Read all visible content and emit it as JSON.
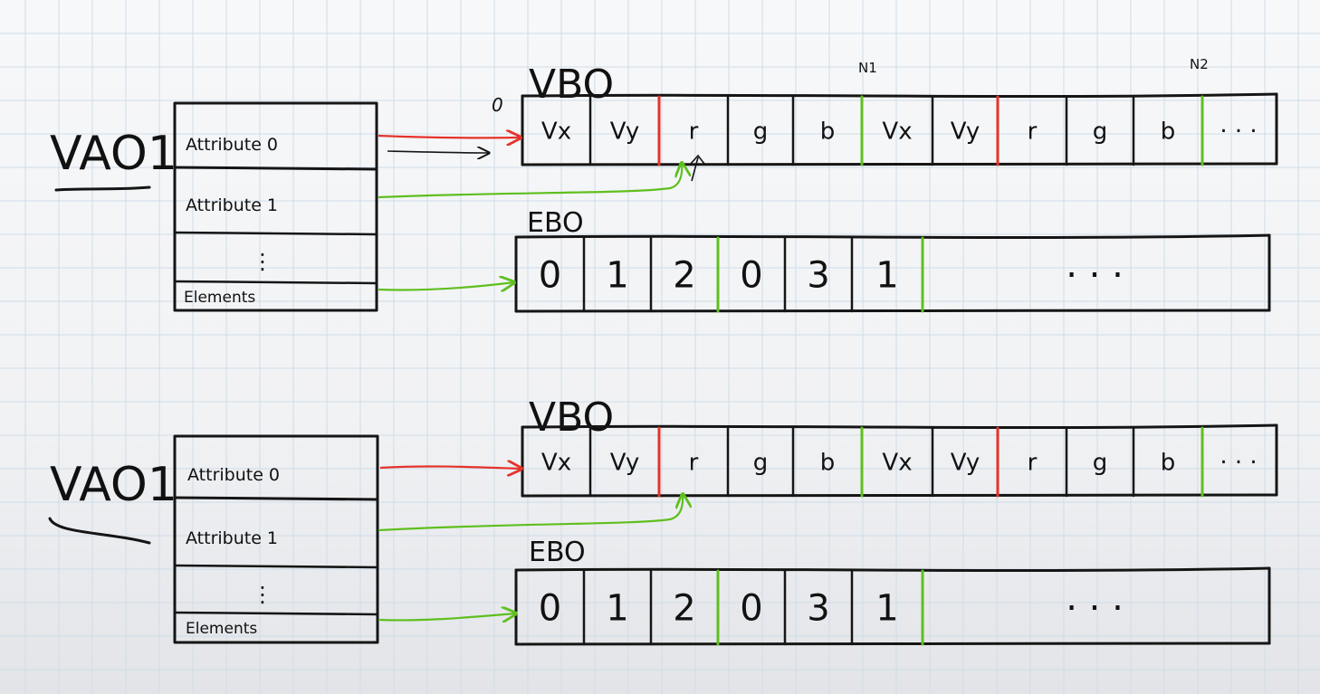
{
  "colors": {
    "grid": "#cfdde8",
    "ink": "#151515",
    "red": "#e5332a",
    "green": "#5fbf1f",
    "background_top": "#f7f8fa",
    "background_bottom": "#e4e6ea"
  },
  "top_note_n1": "N1",
  "top_note_n2": "N2",
  "origin_mark": "0",
  "diagrams": [
    {
      "vao_label": "VAO1",
      "vao_rows": [
        "Attribute 0",
        "Attribute 1",
        "⋮",
        "Elements"
      ],
      "vbo_label": "VBO",
      "vbo_cells": [
        "Vx",
        "Vy",
        "r",
        "g",
        "b",
        "Vx",
        "Vy",
        "r",
        "g",
        "b",
        "· · ·"
      ],
      "ebo_label": "EBO",
      "ebo_cells": [
        "0",
        "1",
        "2",
        "0",
        "3",
        "1",
        "·   ·   ·"
      ]
    },
    {
      "vao_label": "VAO1",
      "vao_rows": [
        "Attribute 0",
        "Attribute 1",
        "⋮",
        "Elements"
      ],
      "vbo_label": "VBO",
      "vbo_cells": [
        "Vx",
        "Vy",
        "r",
        "g",
        "b",
        "Vx",
        "Vy",
        "r",
        "g",
        "b",
        "· · ·"
      ],
      "ebo_label": "EBO",
      "ebo_cells": [
        "0",
        "1",
        "2",
        "0",
        "3",
        "1",
        "·   ·   ·"
      ]
    }
  ]
}
